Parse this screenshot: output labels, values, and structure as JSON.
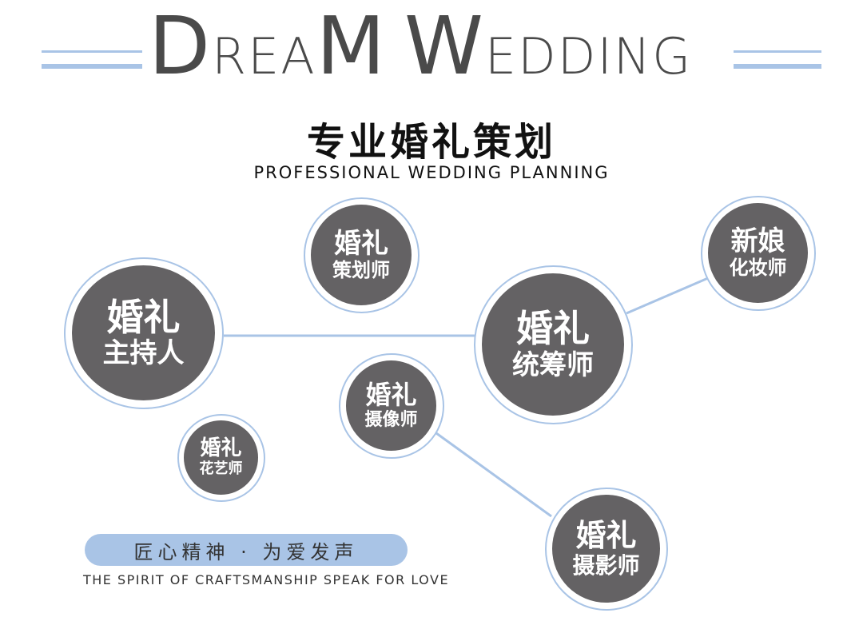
{
  "brand": {
    "parts": [
      {
        "text": "D",
        "size": "big"
      },
      {
        "text": "REA",
        "size": "small"
      },
      {
        "text": "M",
        "size": "big"
      },
      {
        "text": " ",
        "size": "small"
      },
      {
        "text": "W",
        "size": "big"
      },
      {
        "text": "EDDING",
        "size": "small"
      }
    ]
  },
  "heading": {
    "chinese": "专业婚礼策划",
    "english": "PROFESSIONAL  WEDDING  PLANNING"
  },
  "roles": {
    "host": {
      "line1": "婚礼",
      "line2": "主持人"
    },
    "planner": {
      "line1": "婚礼",
      "line2": "策划师"
    },
    "coordinator": {
      "line1": "婚礼",
      "line2": "统筹师"
    },
    "makeup": {
      "line1": "新娘",
      "line2": "化妆师"
    },
    "videographer": {
      "line1": "婚礼",
      "line2": "摄像师"
    },
    "florist": {
      "line1": "婚礼",
      "line2": "花艺师"
    },
    "photographer": {
      "line1": "婚礼",
      "line2": "摄影师"
    }
  },
  "slogan": {
    "chinese": "匠心精神 · 为爱发声",
    "english": "THE SPIRIT OF CRAFTSMANSHIP SPEAK FOR LOVE"
  },
  "colors": {
    "accent": "#a9c4e6",
    "circle_fill": "#646264",
    "text_dark": "#111111"
  }
}
